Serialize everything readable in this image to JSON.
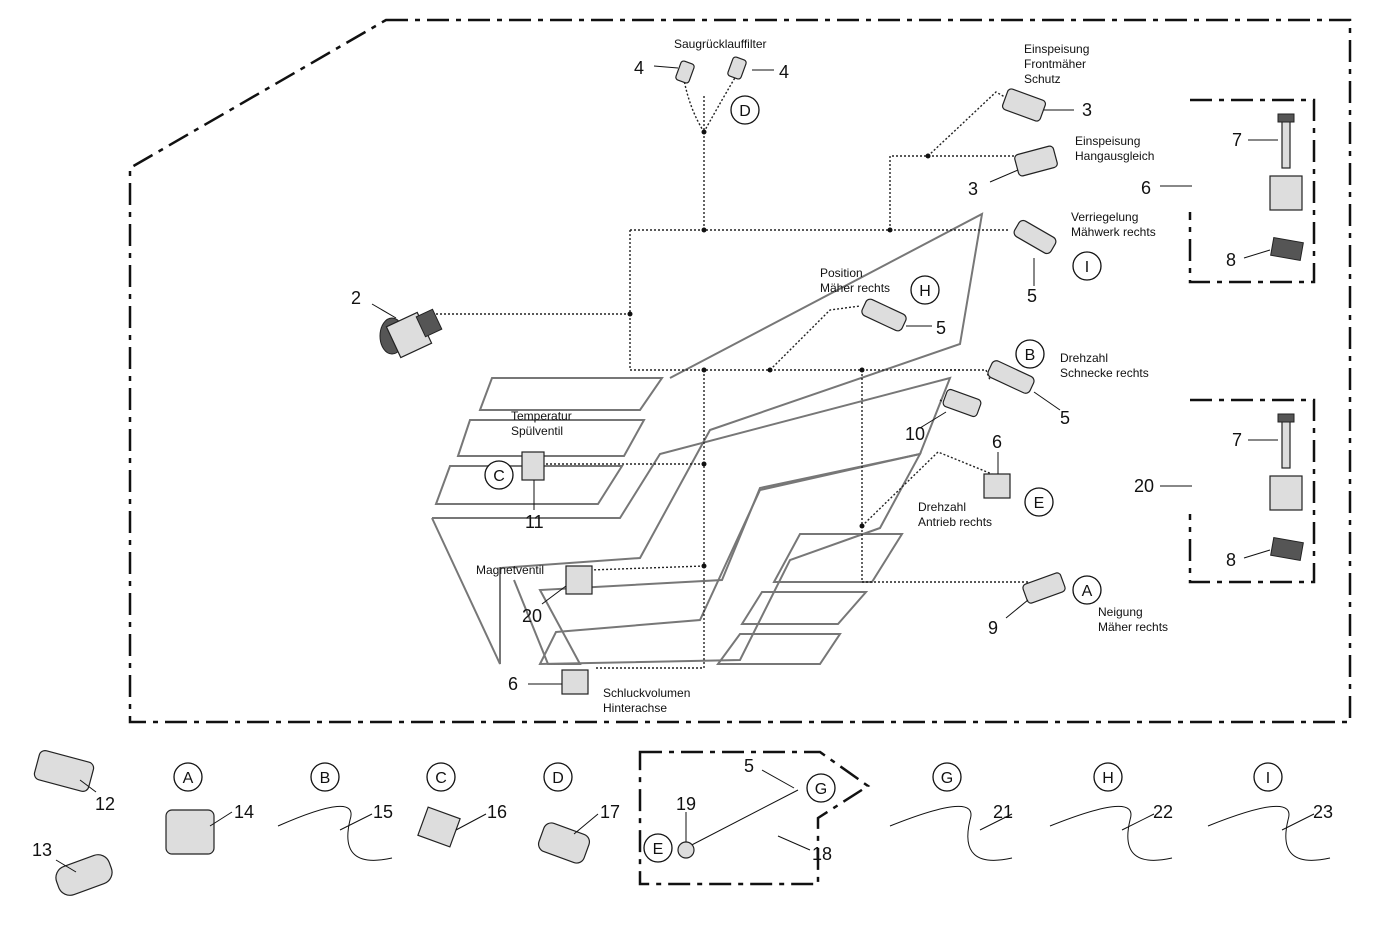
{
  "labels": {
    "saug": "Saugrücklauffilter",
    "einsp_front": [
      "Einspeisung",
      "Frontmäher",
      "Schutz"
    ],
    "einsp_hang": [
      "Einspeisung",
      "Hangausgleich"
    ],
    "verriegelung": [
      "Verriegelung",
      "Mähwerk rechts"
    ],
    "position": [
      "Position",
      "Mäher rechts"
    ],
    "drehzahl_schnecke": [
      "Drehzahl",
      "Schnecke rechts"
    ],
    "temperatur": [
      "Temperatur",
      "Spülventil"
    ],
    "drehzahl_antrieb": [
      "Drehzahl",
      "Antrieb rechts"
    ],
    "magnetventil": "Magnetventil",
    "neigung": [
      "Neigung",
      "Mäher rechts"
    ],
    "schluck": [
      "Schluckvolumen",
      "Hinterachse"
    ]
  },
  "callouts": {
    "n2": "2",
    "n4a": "4",
    "n4b": "4",
    "n3a": "3",
    "n3b": "3",
    "n5a": "5",
    "n5b": "5",
    "n5c": "5",
    "n5d": "5",
    "n6a": "6",
    "n6b": "6",
    "n6c": "6",
    "n7a": "7",
    "n7b": "7",
    "n8a": "8",
    "n8b": "8",
    "n9": "9",
    "n10": "10",
    "n11": "11",
    "n12": "12",
    "n13": "13",
    "n14": "14",
    "n15": "15",
    "n16": "16",
    "n17": "17",
    "n18": "18",
    "n19": "19",
    "n20a": "20",
    "n20b": "20",
    "n21": "21",
    "n22": "22",
    "n23": "23"
  },
  "letters": {
    "A": "A",
    "B": "B",
    "C": "C",
    "D": "D",
    "E": "E",
    "G": "G",
    "H": "H",
    "I": "I"
  }
}
